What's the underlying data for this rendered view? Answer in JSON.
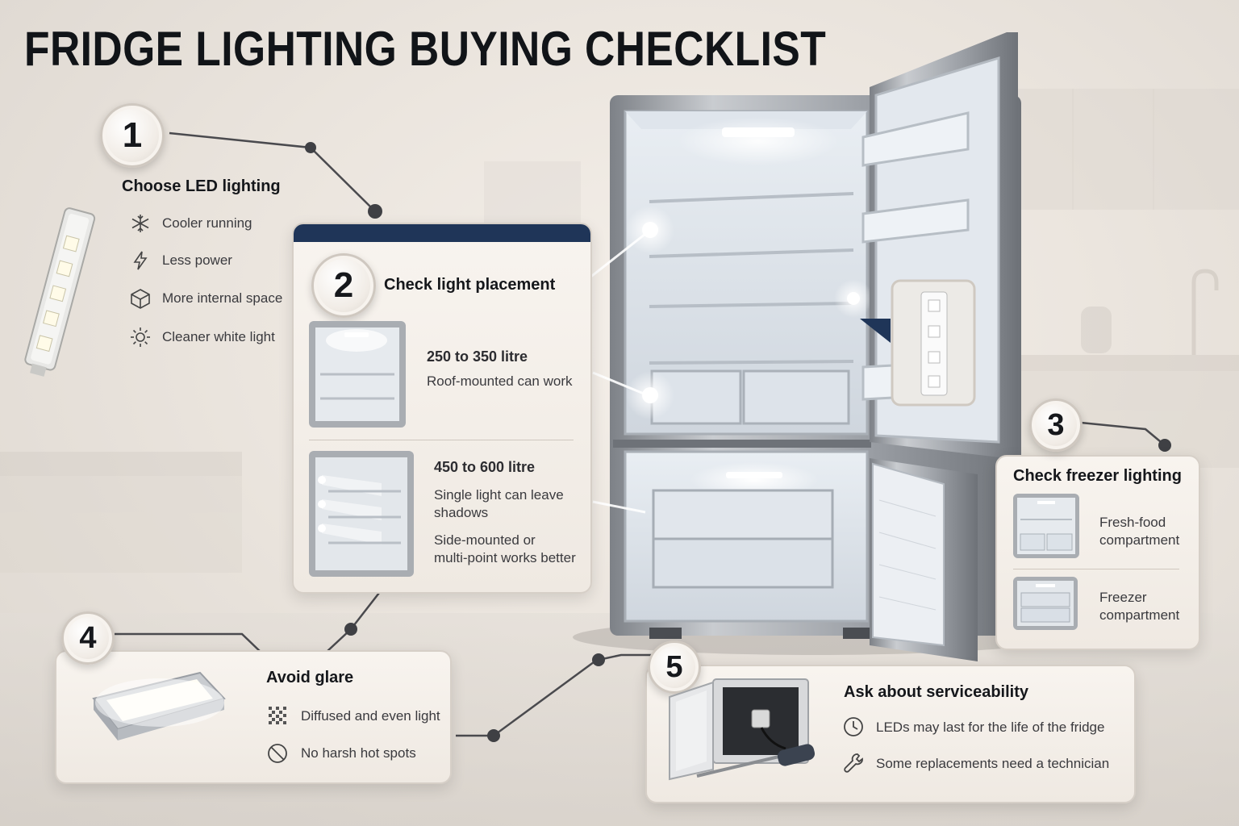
{
  "title": "FRIDGE LIGHTING BUYING CHECKLIST",
  "steps": {
    "s1": {
      "num": "1",
      "heading": "Choose LED lighting",
      "items": [
        "Cooler running",
        "Less power",
        "More internal space",
        "Cleaner white light"
      ],
      "icons": [
        "snowflake-icon",
        "lightning-icon",
        "cube-icon",
        "sun-icon"
      ]
    },
    "s2": {
      "num": "2",
      "heading": "Check light placement",
      "small": {
        "size": "250 to 350 litre",
        "note": "Roof-mounted can work"
      },
      "large": {
        "size": "450 to 600 litre",
        "note1": "Single light can leave",
        "note2": "shadows",
        "note3": "Side-mounted or",
        "note4": "multi-point works better"
      }
    },
    "s3": {
      "num": "3",
      "heading": "Check freezer lighting",
      "fresh1": "Fresh-food",
      "fresh2": "compartment",
      "freezer1": "Freezer",
      "freezer2": "compartment"
    },
    "s4": {
      "num": "4",
      "heading": "Avoid glare",
      "items": [
        "Diffused and even light",
        "No harsh hot spots"
      ],
      "icons": [
        "diffuse-pattern-icon",
        "no-sign-icon"
      ]
    },
    "s5": {
      "num": "5",
      "heading": "Ask about serviceability",
      "items": [
        "LEDs may last for the life of the fridge",
        "Some replacements need a technician"
      ],
      "icons": [
        "clock-icon",
        "wrench-icon"
      ]
    }
  },
  "colors": {
    "accent": "#1f3558",
    "text": "#15171b",
    "steel": "#8e9298"
  }
}
